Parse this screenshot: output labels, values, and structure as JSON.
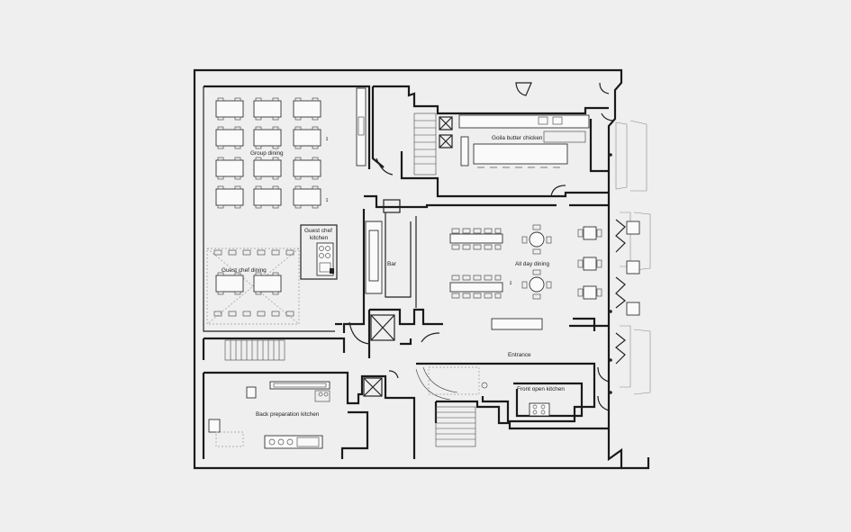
{
  "labels": {
    "group_dining": "Group dining",
    "guest_chef_kitchen_line1": "Guest chef",
    "guest_chef_kitchen_line2": "kitchen",
    "guest_chef_dining": "Guest chef dining",
    "goila_butter_chicken": "Goila butter chicken",
    "bar": "Bar",
    "all_day_dining": "All day dining",
    "entrance": "Entrance",
    "front_open_kitchen": "Front open kitchen",
    "back_preparation_kitchen": "Back preparation kitchen"
  },
  "colors": {
    "background": "#efefef",
    "wall": "#1a1a1a",
    "furniture": "#333333"
  }
}
